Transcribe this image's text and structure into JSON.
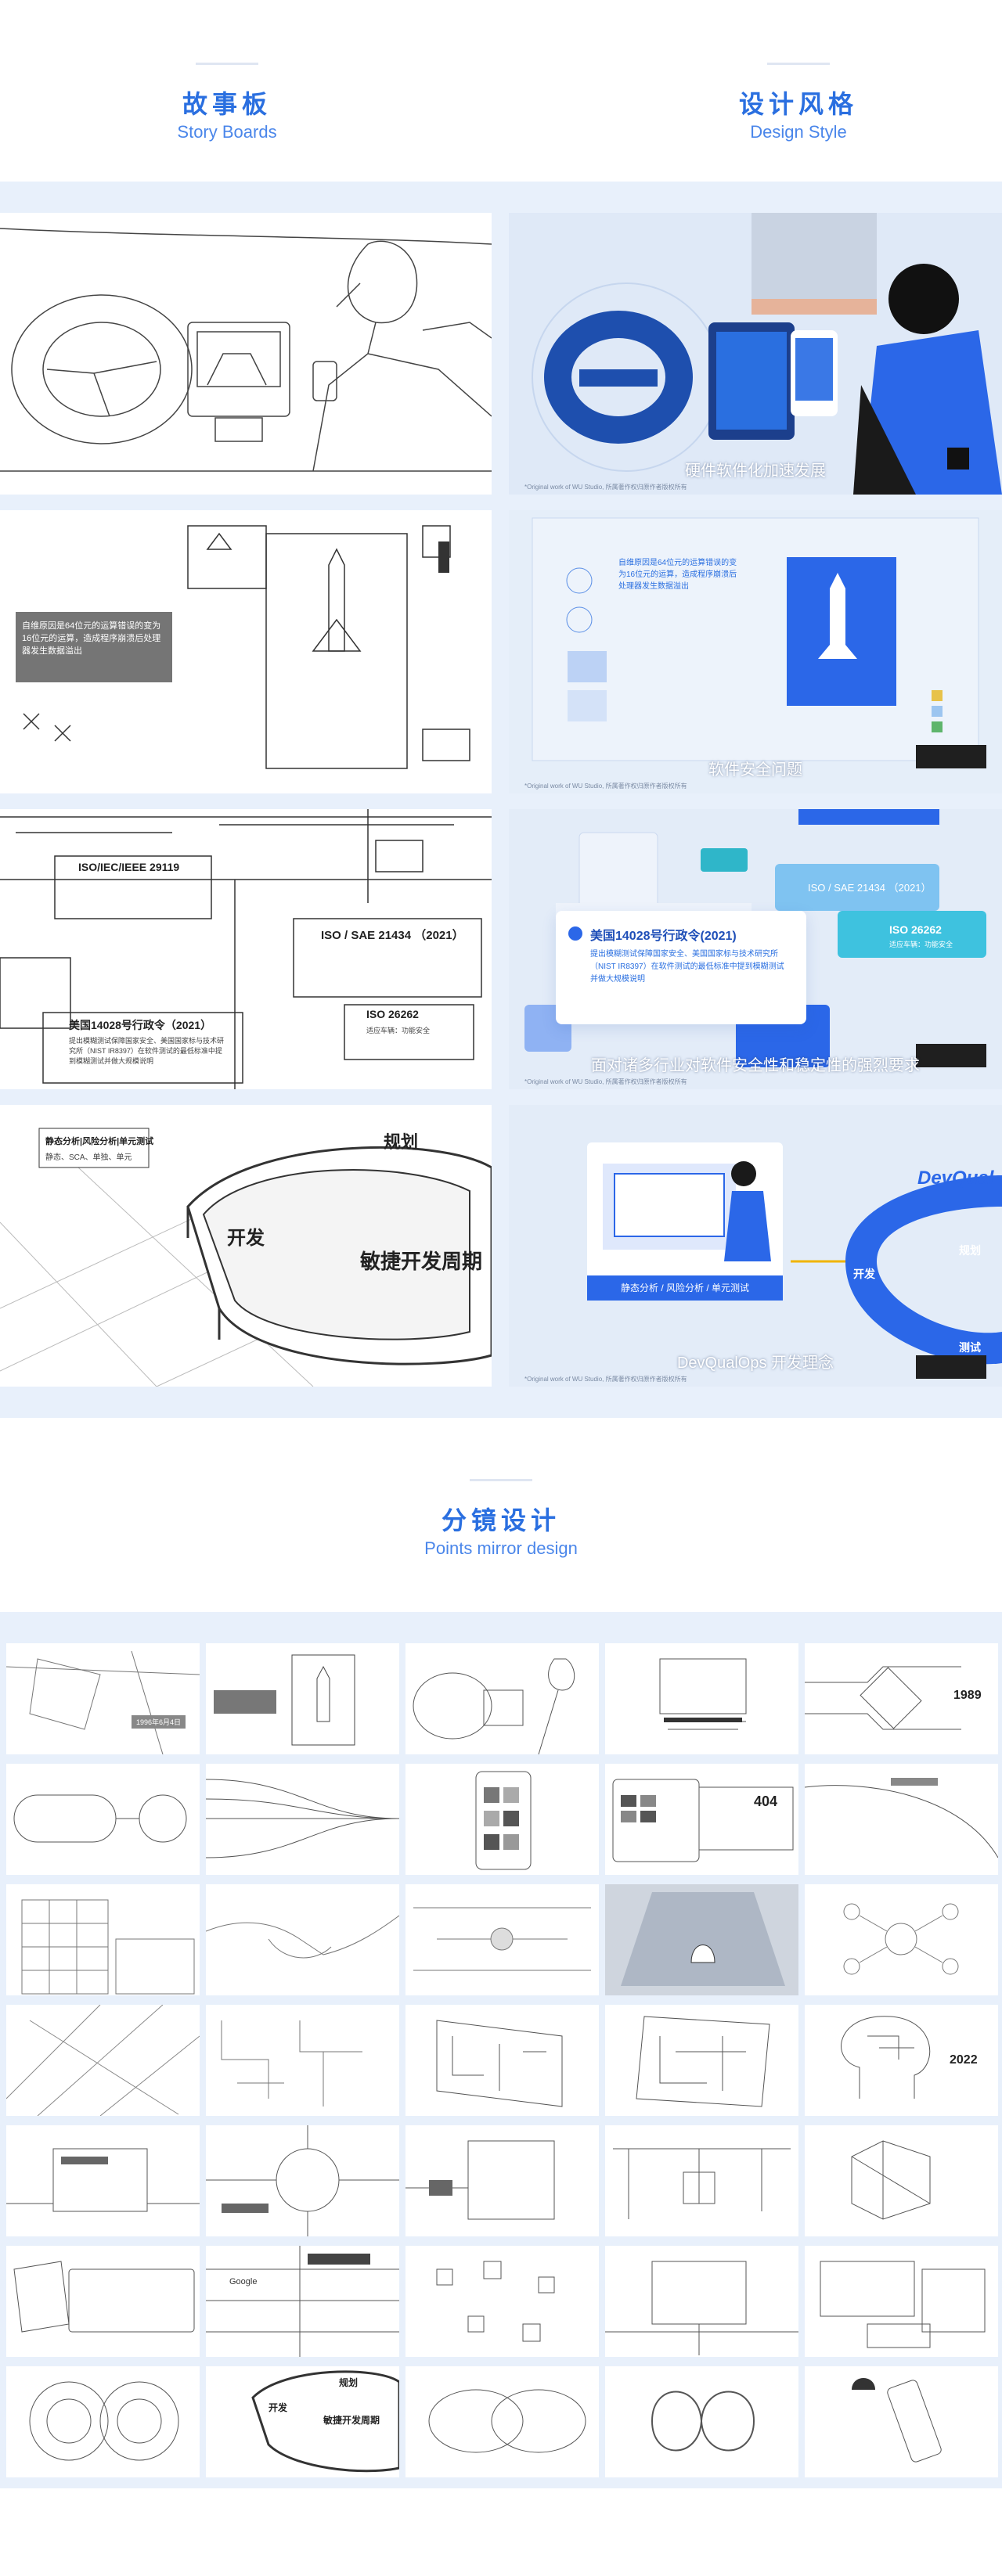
{
  "headers": {
    "storyboard": {
      "cn": "故事板",
      "en": "Story Boards"
    },
    "design_style": {
      "cn": "设计风格",
      "en": "Design Style"
    },
    "points": {
      "cn": "分镜设计",
      "en": "Points mirror design"
    }
  },
  "panels": {
    "p2_caption": "硬件软件化加速发展",
    "p3_note": "自维原因是64位元的运算错误的变为16位元的运算，造成程序崩溃后处理器发生数据溢出",
    "p4_note": "自维原因是64位元的运算错误的变为16位元的运算，造成程序崩溃后处理器发生数据溢出",
    "p4_caption": "软件安全问题",
    "p5_iso1": "ISO/IEC/IEEE 29119",
    "p5_iso2": "ISO / SAE 21434 （2021）",
    "p5_iso3": "ISO 26262",
    "p5_iso3_sub": "适应车辆：功能安全",
    "p5_order": "美国14028号行政令（2021）",
    "p5_order_desc": "提出模糊测试保障国家安全、美国国家标与技术研究所（NIST IR8397）在软件测试的最低标准中提到模糊测试并做大规模说明",
    "p6_iso1": "ISO / SAE 21434 （2021）",
    "p6_iso2": "ISO 26262",
    "p6_iso2_sub": "适应车辆：功能安全",
    "p6_order": "美国14028号行政令(2021)",
    "p6_order_desc": "提出模糊测试保障国家安全、美国国家标与技术研究所（NIST IR8397）在软件测试的最低标准中提到模糊测试并做大规模说明",
    "p6_caption": "面对诸多行业对软件安全性和稳定性的强烈要求",
    "p7_box_title": "静态分析|风险分析|单元测试",
    "p7_box_sub": "静态、SCA、单独、单元",
    "p7_ring_plan": "规划",
    "p7_ring_dev": "开发",
    "p7_ring_center": "敏捷开发周期",
    "p8_bar": "静态分析 / 风险分析 / 单元测试",
    "p8_ring_brand": "DevQual",
    "p8_ring_plan": "规划",
    "p8_ring_dev": "开发",
    "p8_ring_test": "测试",
    "p8_caption": "DevQualOps 开发理念",
    "footnote": "*Original work of  WU Studio, 所属著作权归原作者版权所有"
  },
  "thumbs": {
    "year_1989": "1989",
    "code_404": "404",
    "year_2022": "2022",
    "google": "Google",
    "ring_plan": "规划",
    "ring_dev": "开发",
    "ring_center": "敏捷开发周期",
    "date_tag": "1996年6月4日"
  },
  "colors": {
    "accent": "#2a6fe0",
    "band": "#e8f0fb",
    "style_bg": "#e3ecf8",
    "blue": "#2b67e8"
  }
}
